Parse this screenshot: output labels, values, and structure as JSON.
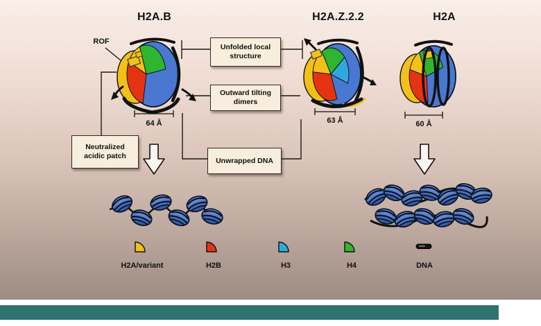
{
  "palette": {
    "yellow": "#f2c118",
    "red": "#e63312",
    "green": "#2fb52f",
    "cyan": "#2fa8e0",
    "blue": "#4a78d0",
    "blue_dark": "#2c4f9e",
    "dna": "#111111",
    "box_bg": "#f8eedd",
    "teal_bar": "#2e7272"
  },
  "headers": {
    "h2ab": "H2A.B",
    "h2az": "H2A.Z.2.2",
    "h2a": "H2A"
  },
  "labels": {
    "rof": "ROF"
  },
  "callouts": {
    "unfolded": "Unfolded local structure",
    "tilting": "Outward tilting dimers",
    "unwrapped": "Unwrapped DNA",
    "acidic": "Neutralized acidic patch"
  },
  "measurements": {
    "h2ab": "64 Å",
    "h2az": "63 Å",
    "h2a": "60 Å"
  },
  "legend": [
    {
      "label": "H2A/variant",
      "color": "#f2c118"
    },
    {
      "label": "H2B",
      "color": "#e63312"
    },
    {
      "label": "H3",
      "color": "#2fa8e0"
    },
    {
      "label": "H4",
      "color": "#2fb52f"
    },
    {
      "label": "DNA",
      "color": "#141414"
    }
  ]
}
